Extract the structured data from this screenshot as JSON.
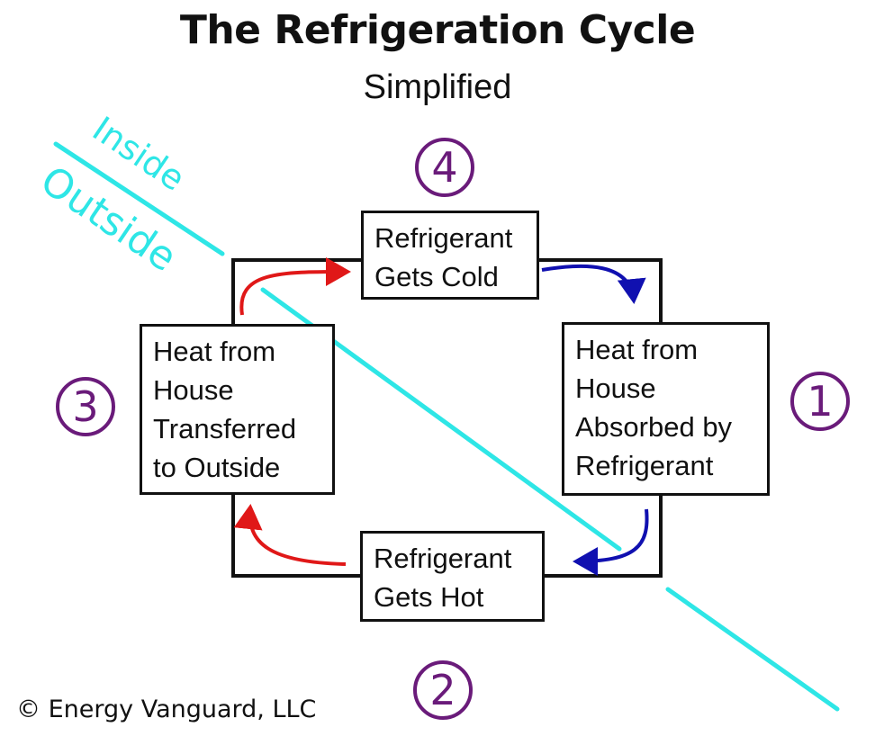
{
  "title": "The Refrigeration Cycle",
  "subtitle": "Simplified",
  "zones": {
    "inside_label": "Inside",
    "outside_label": "Outside"
  },
  "steps": [
    {
      "number": "1",
      "lines": [
        "Heat from",
        "House",
        "Absorbed by",
        "Refrigerant"
      ]
    },
    {
      "number": "2",
      "lines": [
        "Refrigerant",
        "Gets Hot"
      ]
    },
    {
      "number": "3",
      "lines": [
        "Heat from",
        "House",
        "Transferred",
        "to Outside"
      ]
    },
    {
      "number": "4",
      "lines": [
        "Refrigerant",
        "Gets Cold"
      ]
    }
  ],
  "colors": {
    "divider": "#2ee6e6",
    "hot_arrow": "#e01818",
    "cold_arrow": "#1010b0",
    "step_circle": "#6a1b7a",
    "box_border": "#111111"
  },
  "copyright": "© Energy Vanguard, LLC"
}
